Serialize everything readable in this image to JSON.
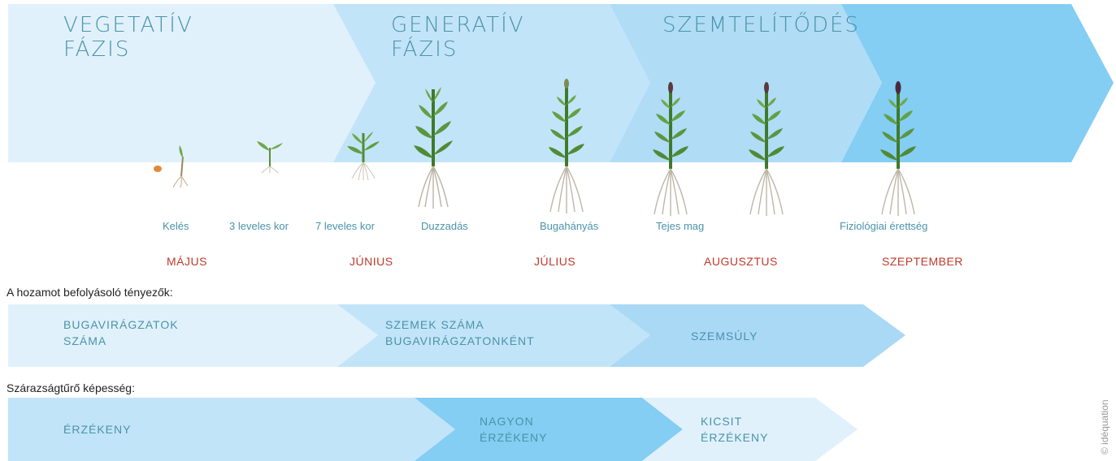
{
  "phases": {
    "vegetative": [
      "VEGETATÍV",
      "FÁZIS"
    ],
    "generative": [
      "GENERATÍV",
      "FÁZIS"
    ],
    "grain_fill": "SZEMTELÍTŐDÉS"
  },
  "stages": [
    "Kelés",
    "3 leveles kor",
    "7 leveles kor",
    "Duzzadás",
    "Bugahányás",
    "Tejes mag",
    "Fiziológiai érettség"
  ],
  "months": [
    "MÁJUS",
    "JÚNIUS",
    "JÚLIUS",
    "AUGUSZTUS",
    "SZEPTEMBER"
  ],
  "yield": {
    "title": "A hozamot befolyásoló tényezők:",
    "items": [
      [
        "BUGAVIRÁGZATOK",
        "SZÁMA"
      ],
      [
        "SZEMEK SZÁMA",
        "BUGAVIRÁGZATONKÉNT"
      ],
      [
        "SZEMSÚLY"
      ]
    ]
  },
  "drought": {
    "title": "Szárazságtűrő képesség:",
    "items": [
      [
        "ÉRZÉKENY"
      ],
      [
        "NAGYON",
        "ÉRZÉKENY"
      ],
      [
        "KICSIT",
        "ÉRZÉKENY"
      ]
    ]
  },
  "credit": "© idéquation",
  "colors": {
    "light": "#e0f1fc",
    "mid": "#c2e4f8",
    "strong": "#a9d9f5",
    "vivid": "#84cdf3",
    "text_blue": "#4a93a9",
    "month_red": "#c0392b"
  }
}
